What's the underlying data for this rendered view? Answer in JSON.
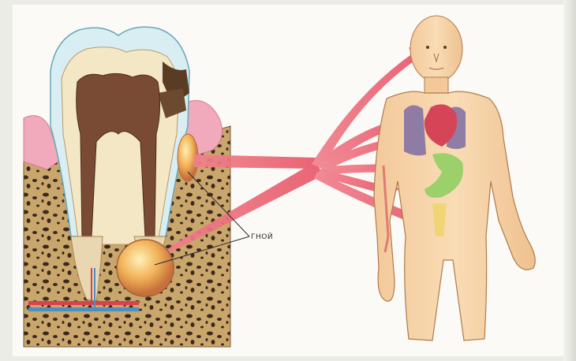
{
  "labels": {
    "pus": "ГНОЙ"
  },
  "colors": {
    "paper": "#fbfaf6",
    "bone": "#c8a56a",
    "gum": "#f1a7b6",
    "skin": "#f7d2a2",
    "arrow": "#ef6b7a",
    "abscess": "#e8a24a",
    "heart": "#d64457",
    "lungs": "#7d6ca3",
    "stomach": "#9bd06b"
  },
  "icons": {
    "tooth": "tooth-cross-section",
    "body": "human-body-outline"
  }
}
